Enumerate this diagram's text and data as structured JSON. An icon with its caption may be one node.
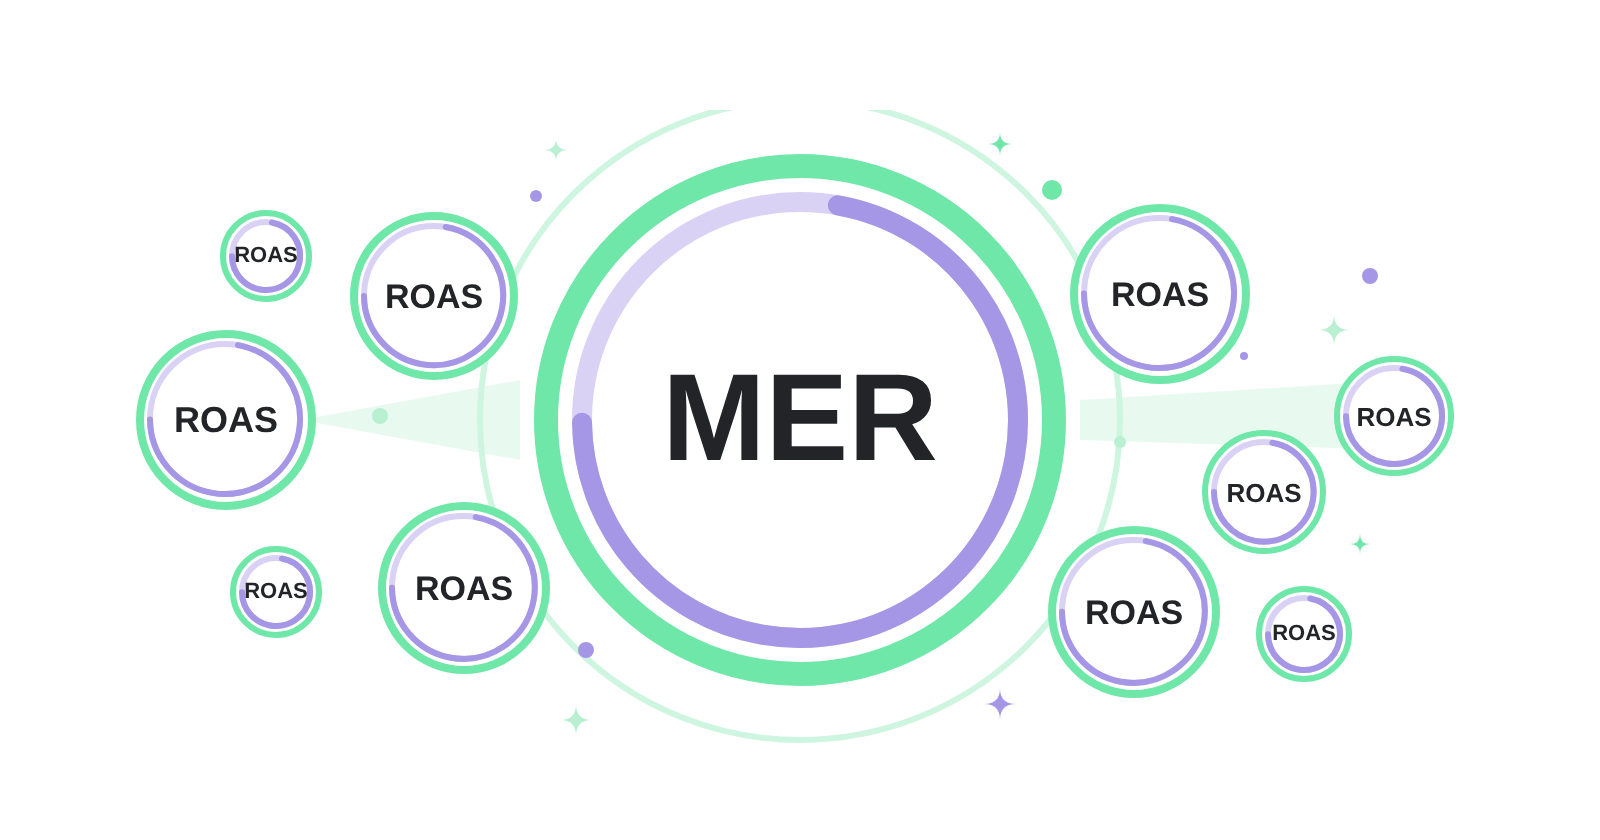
{
  "diagram": {
    "nodes": [
      {
        "text": [
          "MER"
        ]
      },
      {
        "text": [
          "ROAS"
        ]
      },
      {
        "text": [
          "ROAS"
        ]
      },
      {
        "text": [
          "ROAS"
        ]
      },
      {
        "text": [
          "ROAS"
        ]
      },
      {
        "text": [
          "ROAS"
        ]
      },
      {
        "text": [
          "ROAS"
        ]
      },
      {
        "text": [
          "ROAS"
        ]
      },
      {
        "text": [
          "ROAS"
        ]
      },
      {
        "text": [
          "ROAS"
        ]
      },
      {
        "text": [
          "ROAS"
        ]
      }
    ]
  }
}
